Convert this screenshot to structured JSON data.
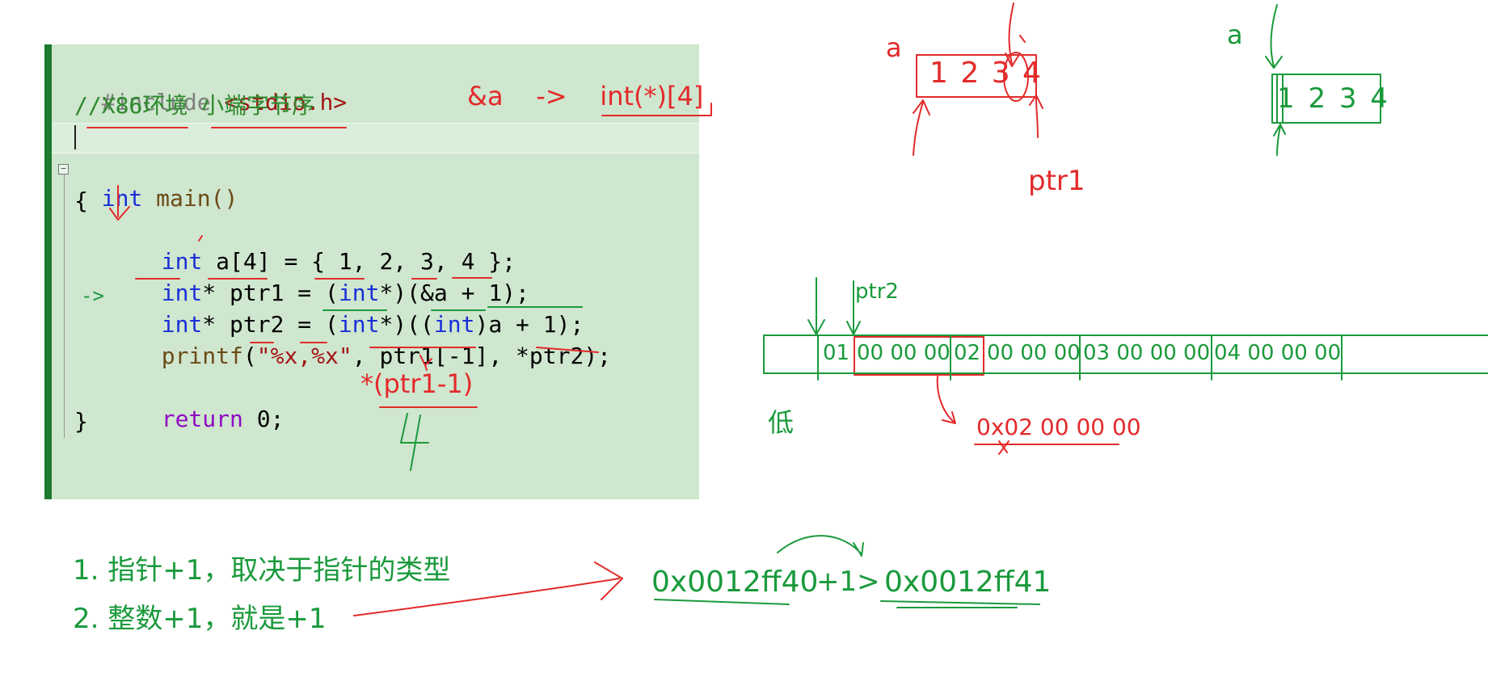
{
  "code": {
    "include_directive": "#include",
    "include_header": "<stdio.h>",
    "comment": "//X86环境 小端字节序",
    "fold_marker": "⊟",
    "main_kw": "int",
    "main_sig": " main()",
    "open_brace": "{",
    "close_brace": "}",
    "line_a_kw": "int",
    "line_a_rest": " a[4] = { 1, 2, 3, 4 };",
    "line_p1_kw": "int",
    "line_p1_mid": "* ptr1 = (",
    "line_p1_kw2": "int",
    "line_p1_rest": "*)(&a + 1);",
    "line_p2_kw": "int",
    "line_p2_mid": "* ptr2 = (",
    "line_p2_kw2": "int",
    "line_p2_mid2": "*)((",
    "line_p2_kw3": "int",
    "line_p2_rest": ")a + 1);",
    "printf_fn": "printf",
    "printf_open": "(",
    "printf_str": "\"%x,%x\"",
    "printf_rest": ", ptr1[-1], *ptr2);",
    "return_kw": "return",
    "return_rest": " 0;",
    "exec_arrow": "->"
  },
  "annotations": {
    "addr_a_type": "&a    ->    int(*)[4]",
    "ptr1_minus": "*(ptr1-1)",
    "result_four": "4",
    "label_a_red": "a",
    "array_red": "1 2 3 4",
    "label_ptr1": "ptr1",
    "label_a_green": "a",
    "array_green": "1 2 3 4",
    "label_ptr2": "ptr2",
    "label_low": "低",
    "ptr2_value": "0x02 00 00 00",
    "rule_1": "1. 指针+1，取决于指针的类型",
    "rule_2": "2. 整数+1，就是+1",
    "addr_before": "0x0012ff40",
    "addr_op": "+1>",
    "addr_after": "0x0012ff41"
  },
  "memory": {
    "cells": [
      "01",
      "00 00 00",
      "02",
      "00 00 00",
      "03 00 00 00",
      "04 00 00 00"
    ]
  },
  "colors": {
    "ink_red": "#e32a2a",
    "ink_green": "#1a9a3c",
    "panel_bg": "#cfe6cf",
    "keyword": "#1a2fd6"
  }
}
